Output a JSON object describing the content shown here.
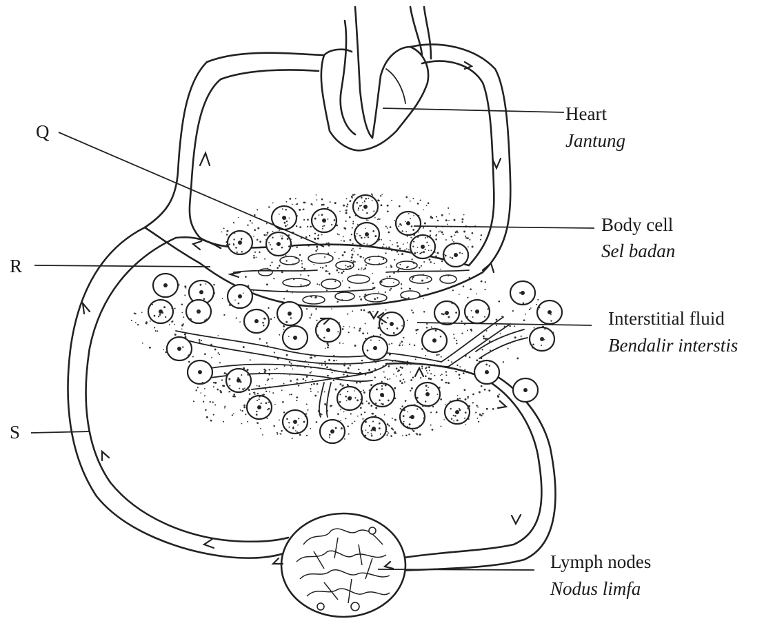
{
  "labels": {
    "heart": {
      "en": "Heart",
      "ms": "Jantung"
    },
    "body_cell": {
      "en": "Body cell",
      "ms": "Sel badan"
    },
    "interstitial_fluid": {
      "en": "Interstitial fluid",
      "ms": "Bendalir interstis"
    },
    "lymph_nodes": {
      "en": "Lymph nodes",
      "ms": "Nodus limfa"
    },
    "q": "Q",
    "r": "R",
    "s": "S"
  }
}
